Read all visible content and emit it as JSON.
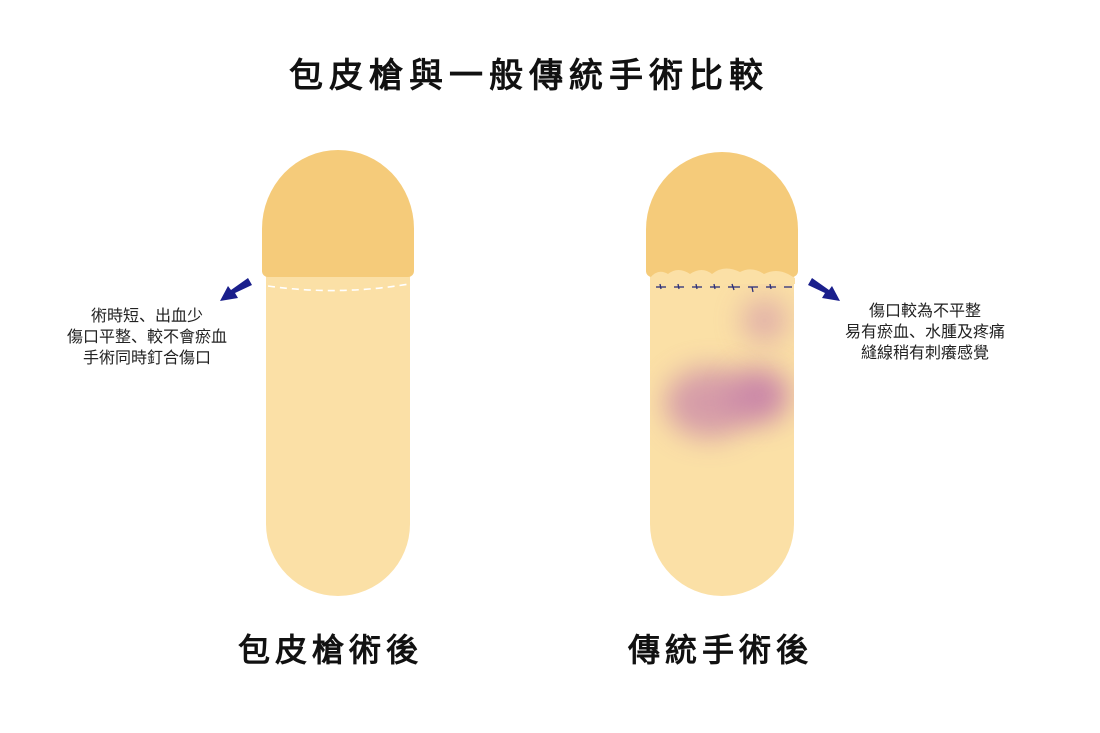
{
  "title": "包皮槍與一般傳統手術比較",
  "colors": {
    "glans": "#F5CB7A",
    "shaft": "#FBE0A6",
    "arrow": "#1A1F8C",
    "bruise": "#C47BA8",
    "suture": "#2B2F7A",
    "text": "#111111"
  },
  "left_panel": {
    "label": "包皮槍術後",
    "notes": [
      "術時短、出血少",
      "傷口平整、較不會瘀血",
      "手術同時釘合傷口"
    ],
    "arrow_icon": "arrow-down-left"
  },
  "right_panel": {
    "label": "傳統手術後",
    "notes": [
      "傷口較為不平整",
      "易有瘀血、水腫及疼痛",
      "縫線稍有刺癢感覺"
    ],
    "arrow_icon": "arrow-down-right"
  }
}
